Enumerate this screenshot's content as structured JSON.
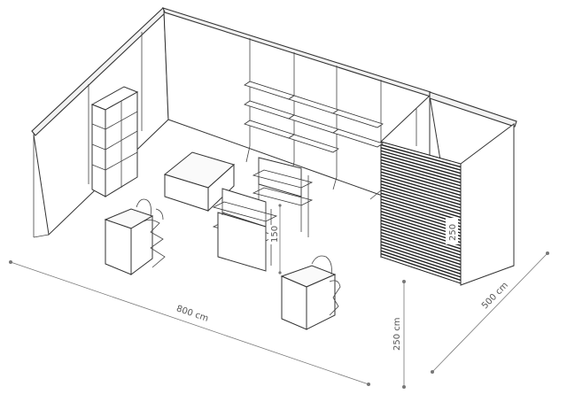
{
  "dimensions": {
    "width": "800 cm",
    "depth": "500 cm",
    "height": "250 cm",
    "shelf_height": "150",
    "wall_height": "250"
  },
  "colors": {
    "line": "#333333",
    "dimension": "#777777",
    "slatwall": "#222222"
  }
}
